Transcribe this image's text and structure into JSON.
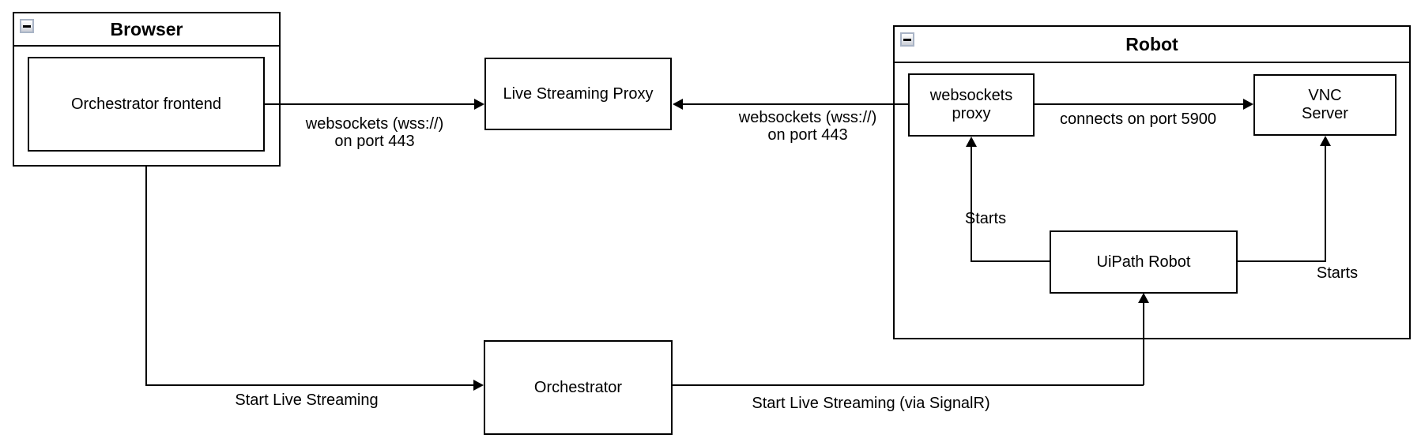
{
  "colors": {
    "stroke": "#000000",
    "background": "#ffffff",
    "collapse_button_border": "#a9b4c6"
  },
  "containers": {
    "browser": {
      "title": "Browser",
      "collapse_icon": "collapse-minus-icon"
    },
    "robot": {
      "title": "Robot",
      "collapse_icon": "collapse-minus-icon"
    }
  },
  "nodes": {
    "orchestrator_frontend": {
      "label": "Orchestrator frontend"
    },
    "live_streaming_proxy": {
      "label": "Live Streaming Proxy"
    },
    "websockets_proxy": {
      "label": "websockets\nproxy"
    },
    "vnc_server": {
      "label": "VNC\nServer"
    },
    "uipath_robot": {
      "label": "UiPath Robot"
    },
    "orchestrator": {
      "label": "Orchestrator"
    }
  },
  "edges": {
    "frontend_to_proxy": {
      "label": "websockets (wss://)\non port 443"
    },
    "robot_to_proxy": {
      "label": "websockets (wss://)\non port 443"
    },
    "proxy_to_vnc": {
      "label": "connects on port 5900"
    },
    "uipath_to_websockets": {
      "label": "Starts"
    },
    "uipath_to_vnc": {
      "label": "Starts"
    },
    "frontend_to_orchestrator": {
      "label": "Start Live Streaming"
    },
    "orchestrator_to_uipath": {
      "label": "Start Live Streaming (via SignalR)"
    }
  }
}
